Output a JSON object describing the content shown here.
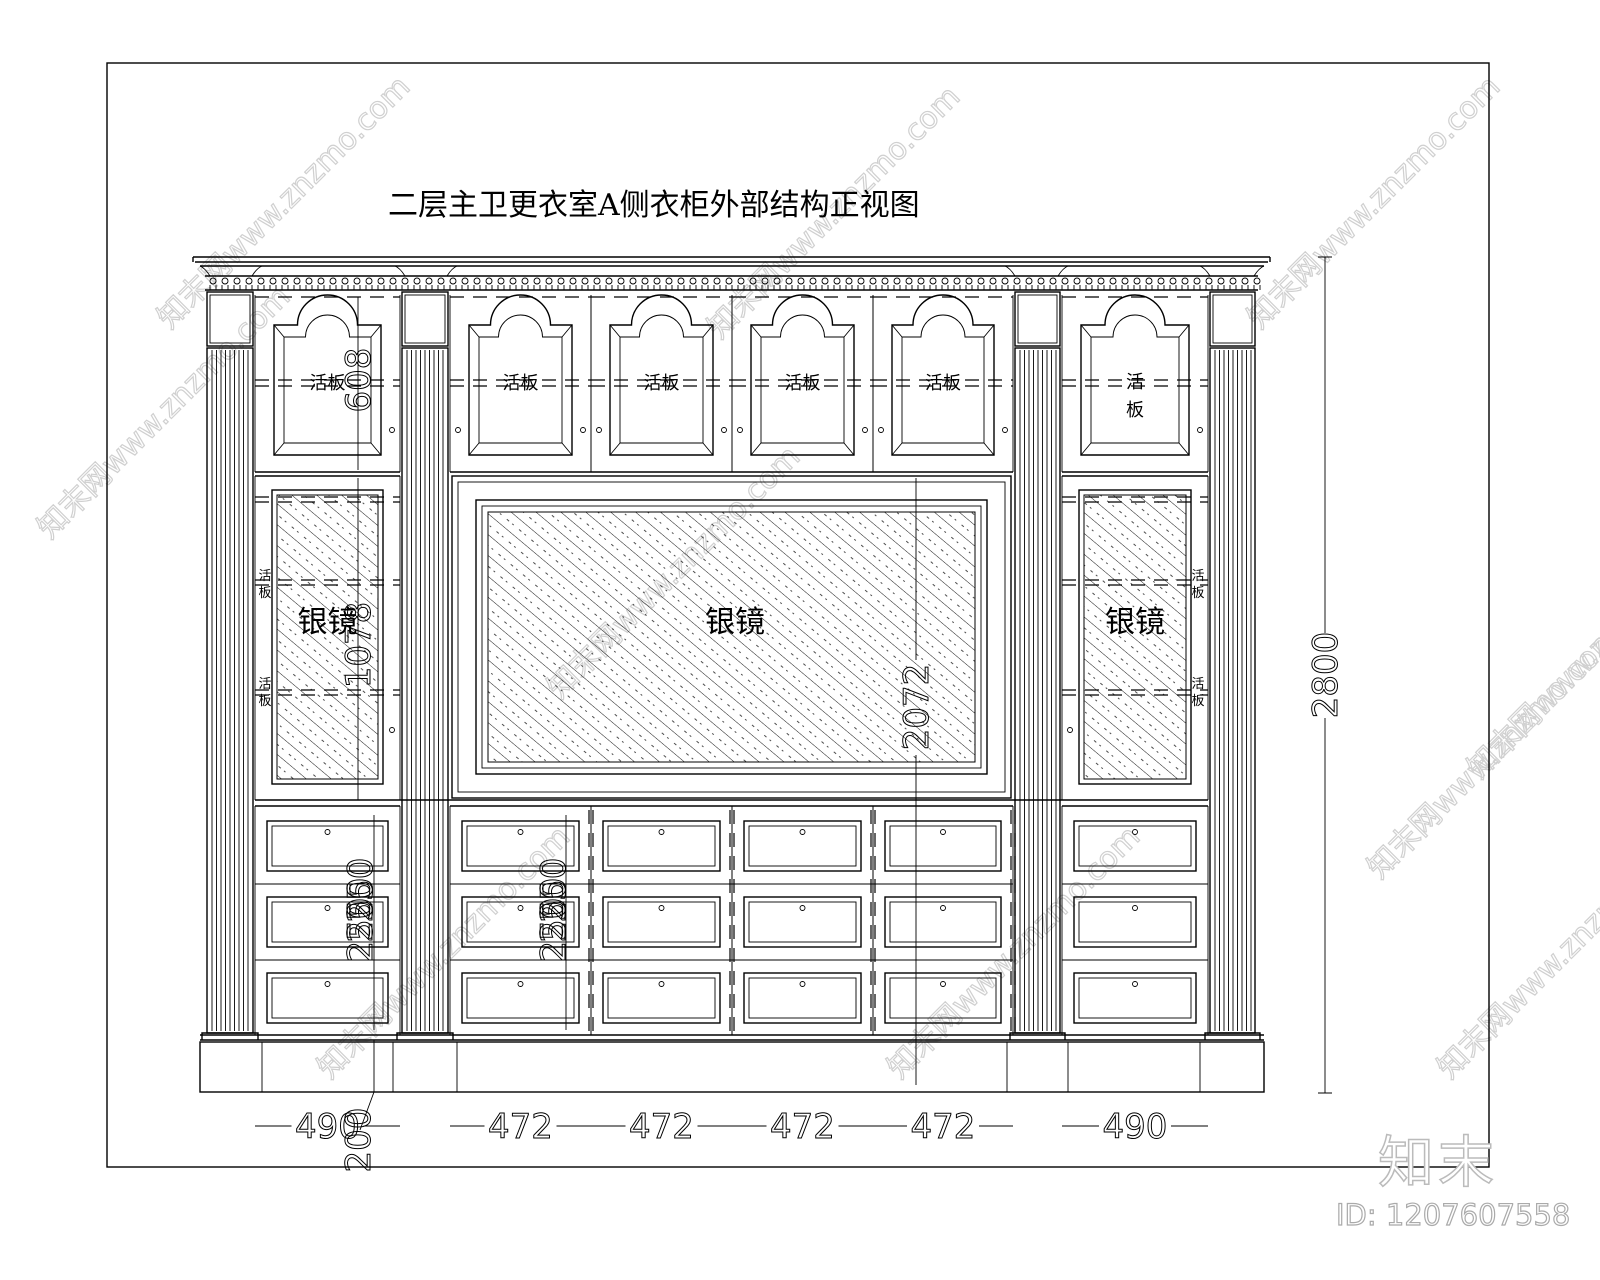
{
  "drawing": {
    "title": "二层主卫更衣室A侧衣柜外部结构正视图",
    "labels": {
      "movable_shelf": "活板",
      "movable_shelf_stacked": [
        "活",
        "板"
      ],
      "silver_mirror": "银镜"
    },
    "dimensions": {
      "widths": [
        "490",
        "472",
        "472",
        "472",
        "472",
        "490"
      ],
      "total_height": "2800",
      "upper_height": "608",
      "middle_height": "1078",
      "drawer_heights": [
        "250",
        "250",
        "250"
      ],
      "plinth_height": "200",
      "center_height": "2072"
    },
    "line_color": "#000000",
    "background_color": "#ffffff"
  },
  "watermark": {
    "text": "知末网www.znzmo.com",
    "logo": "知末",
    "id_text": "ID: 1207607558"
  }
}
